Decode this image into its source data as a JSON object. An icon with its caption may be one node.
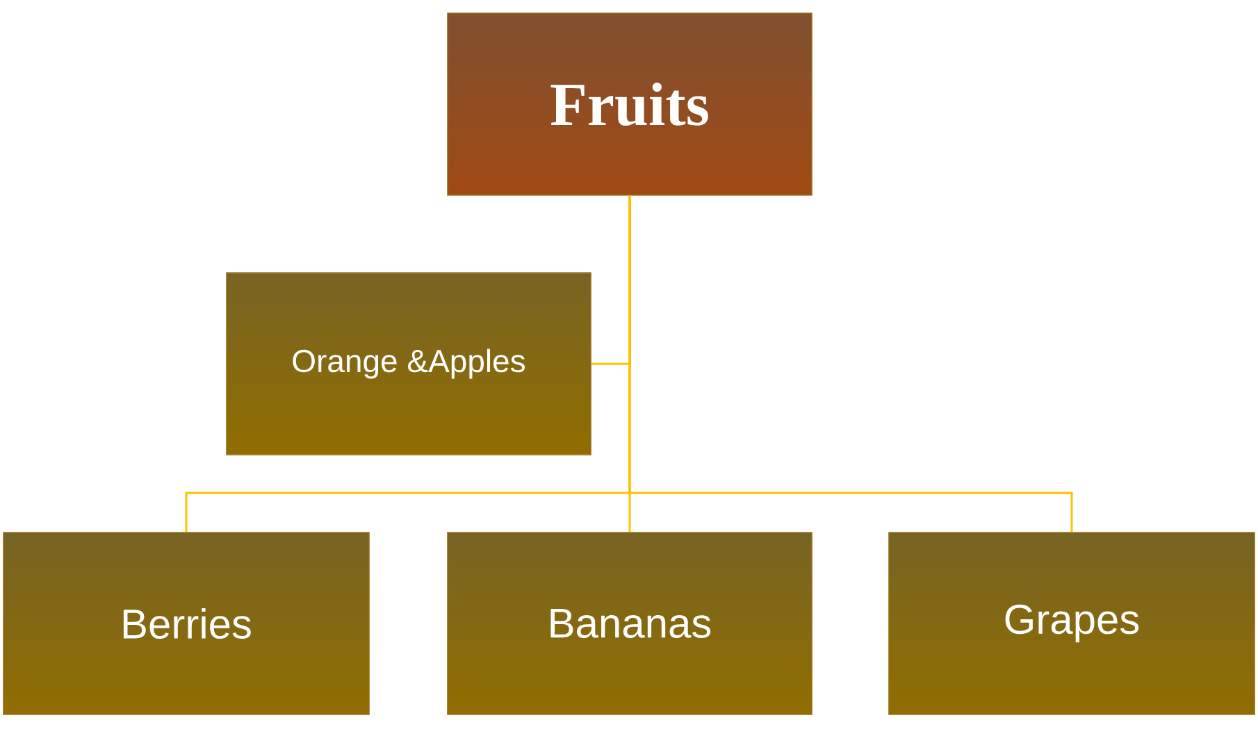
{
  "diagram": {
    "nodes": [
      {
        "text": [
          "Fruits"
        ]
      },
      {
        "text": [
          "Orange &Apples"
        ]
      },
      {
        "text": [
          "Berries"
        ]
      },
      {
        "text": [
          "Bananas"
        ]
      },
      {
        "text": [
          "Grapes"
        ]
      }
    ],
    "edges": [
      {
        "from": 0,
        "to": 1,
        "arrow": "none"
      },
      {
        "from": 0,
        "to": 2,
        "arrow": "none"
      },
      {
        "from": 0,
        "to": 3,
        "arrow": "none"
      },
      {
        "from": 0,
        "to": 4,
        "arrow": "none"
      }
    ]
  }
}
